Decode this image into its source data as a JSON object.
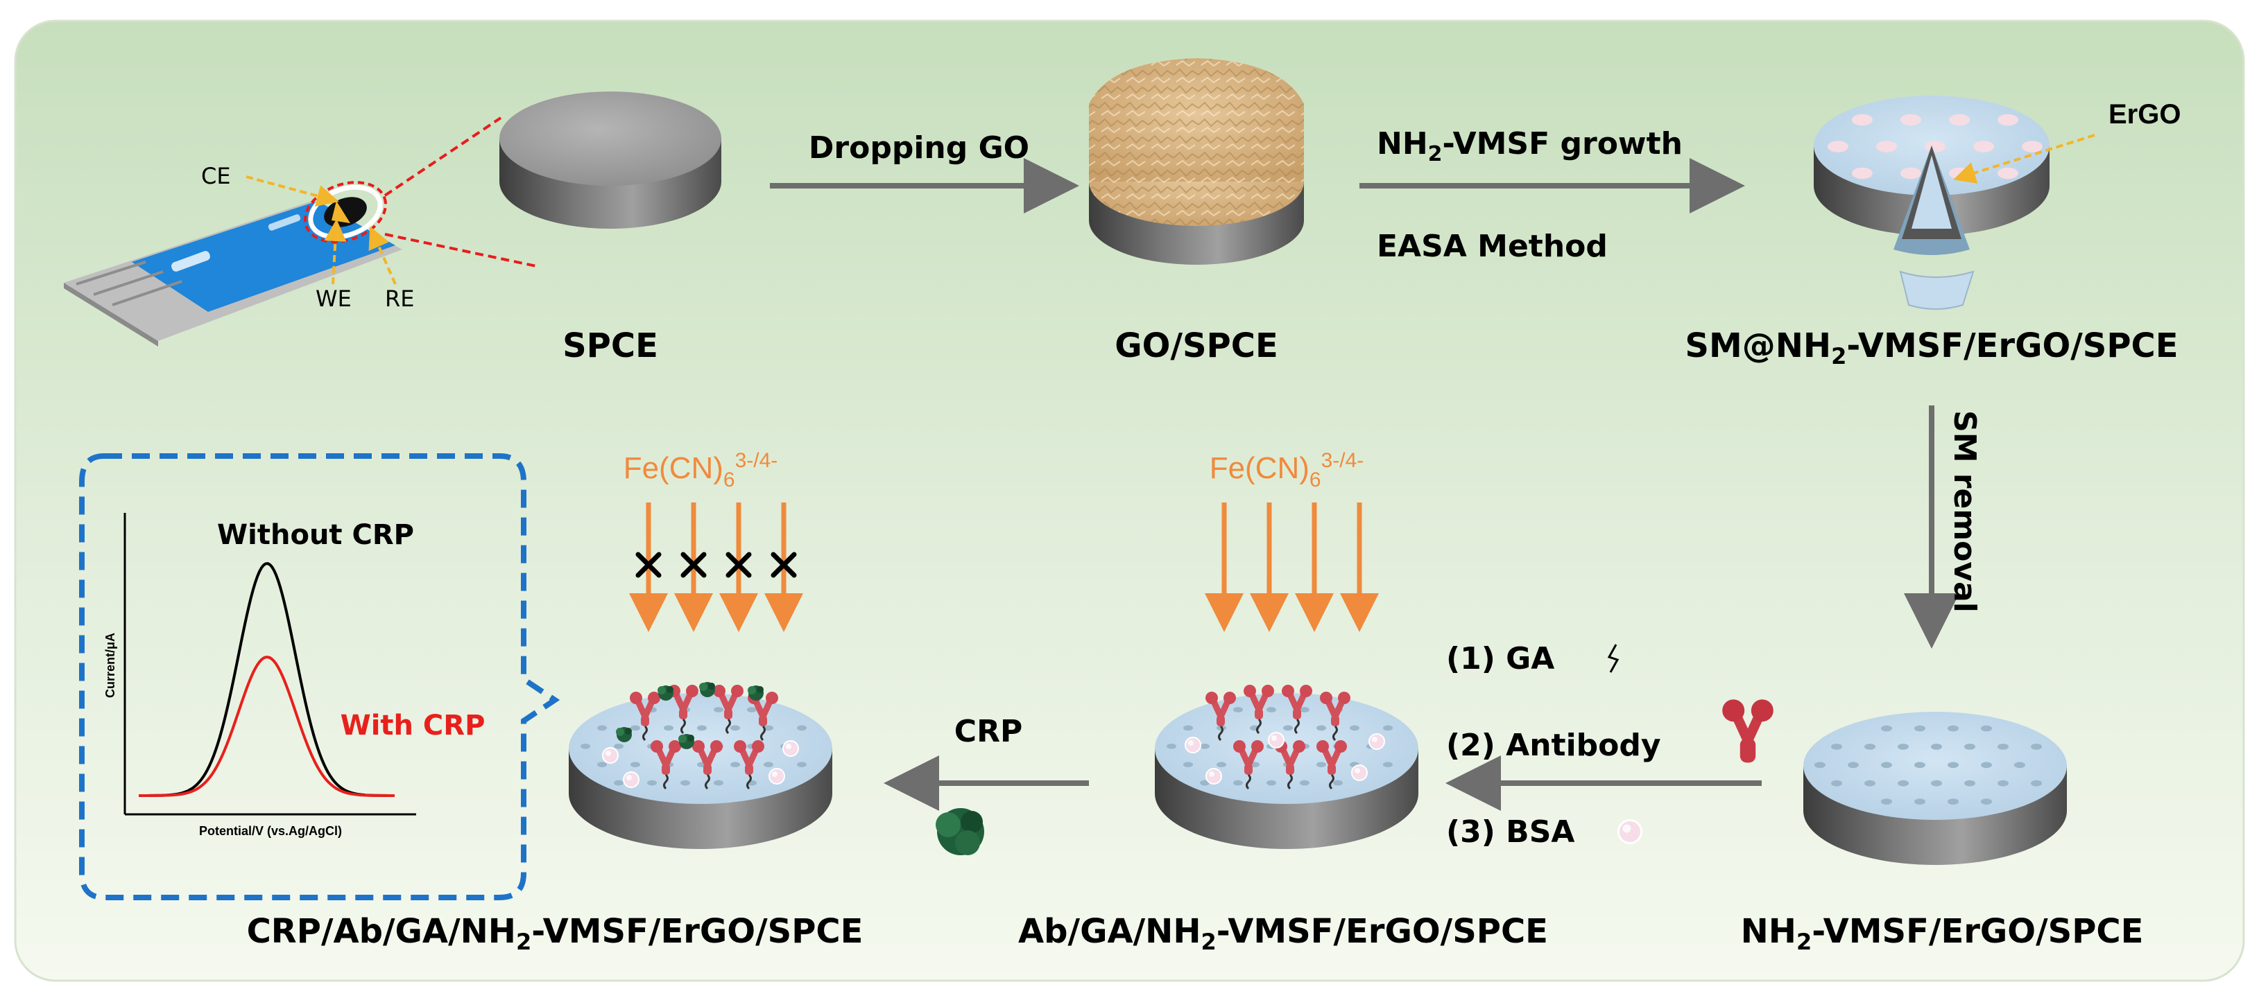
{
  "labels": {
    "spce": "SPCE",
    "go_spce": "GO/SPCE",
    "sm_prefix": "SM@NH",
    "sm_suffix": "-VMSF/ErGO/SPCE",
    "nh2_prefix": "NH",
    "nh2_suffix": "-VMSF/ErGO/SPCE",
    "ab_prefix": "Ab/GA/NH",
    "ab_suffix": "-VMSF/ErGO/SPCE",
    "crp_prefix": "CRP/Ab/GA/NH",
    "crp_suffix": "-VMSF/ErGO/SPCE",
    "sub2": "2"
  },
  "electrode": {
    "ce": "CE",
    "we": "WE",
    "re": "RE"
  },
  "arrows": {
    "dropping_go": "Dropping GO",
    "growth_prefix": "NH",
    "growth_suffix": "-VMSF growth",
    "easa": "EASA Method",
    "sm_removal": "SM removal",
    "step1": "(1) GA",
    "step2": "(2) Antibody",
    "step3": "(3) BSA",
    "crp": "CRP"
  },
  "ergo": "ErGO",
  "probe": {
    "base": "Fe(CN)",
    "sub": "6",
    "sup": "3-/4-"
  },
  "chart": {
    "without": "Without CRP",
    "with": "With CRP",
    "ylabel": "Current/μA",
    "xlabel": "Potential/V (vs.Ag/AgCl)"
  },
  "colors": {
    "orange": "#f08a3c",
    "red": "#e8201c",
    "blue_dash": "#1e73c8",
    "disk_top": "#c5dcef",
    "pore": "#9bb6c9"
  }
}
